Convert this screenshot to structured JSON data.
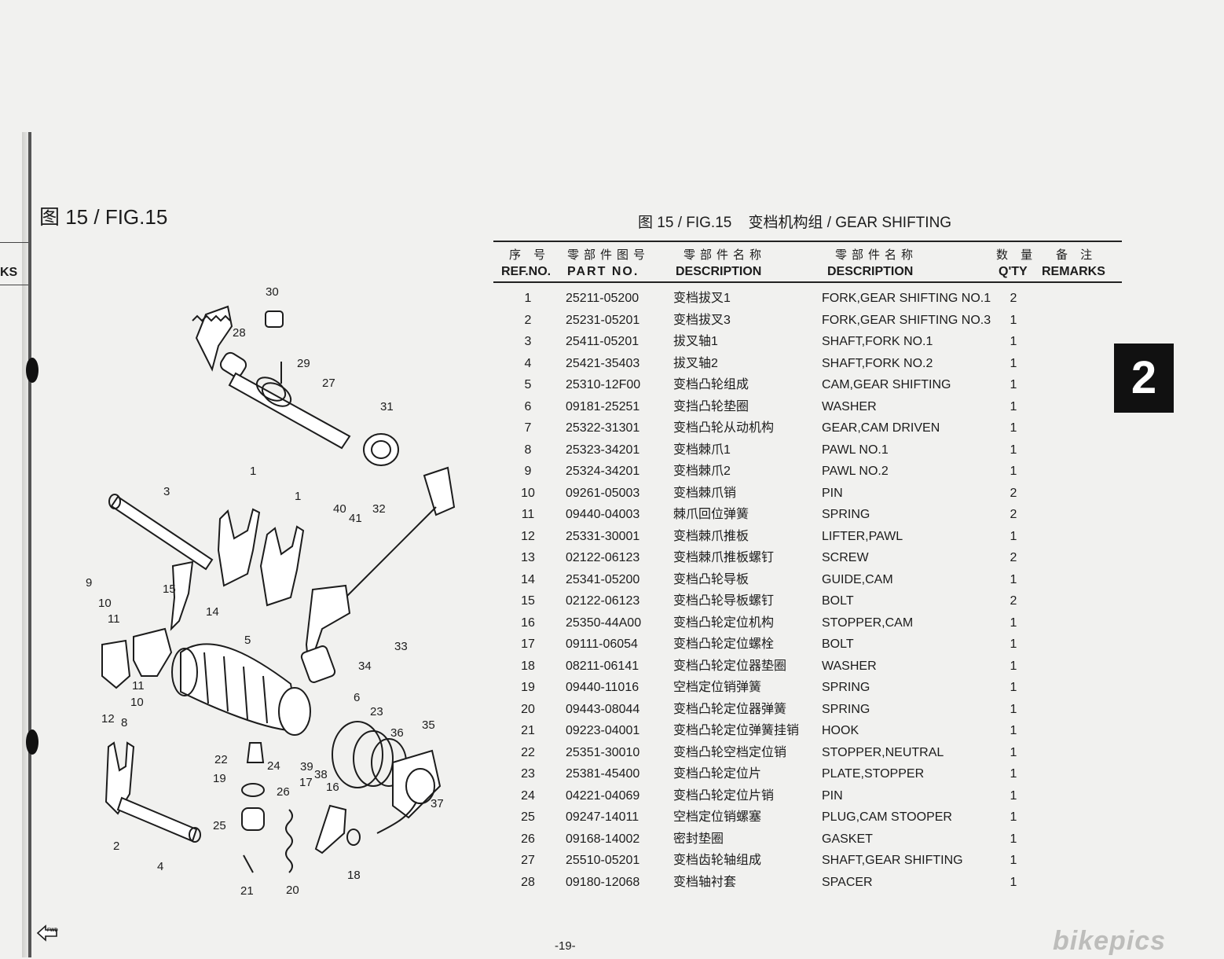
{
  "figure_label": "图 15 / FIG.15",
  "table_title": "图 15 / FIG.15    变档机构组 / GEAR SHIFTING",
  "left_strip_text": "KS",
  "side_tab": "2",
  "page_number": "-19-",
  "watermark": "bikepics",
  "fwd_icon_label": "FWD",
  "headers": {
    "ref_cn": "序 号",
    "ref_en": "REF.NO.",
    "part_cn": "零部件图号",
    "part_en": "PART NO.",
    "desc_cn_cn": "零部件名称",
    "desc_cn_en": "DESCRIPTION",
    "desc_en_cn": "零部件名称",
    "desc_en_en": "DESCRIPTION",
    "qty_cn": "数 量",
    "qty_en": "Q'TY",
    "remarks_cn": "备 注",
    "remarks_en": "REMARKS"
  },
  "parts": [
    {
      "ref": "1",
      "part": "25211-05200",
      "cn": "变档拔叉1",
      "en": "FORK,GEAR SHIFTING NO.1",
      "qty": "2"
    },
    {
      "ref": "2",
      "part": "25231-05201",
      "cn": "变档拔叉3",
      "en": "FORK,GEAR SHIFTING NO.3",
      "qty": "1"
    },
    {
      "ref": "3",
      "part": "25411-05201",
      "cn": "拔叉轴1",
      "en": "SHAFT,FORK NO.1",
      "qty": "1"
    },
    {
      "ref": "4",
      "part": "25421-35403",
      "cn": "拔叉轴2",
      "en": "SHAFT,FORK NO.2",
      "qty": "1"
    },
    {
      "ref": "5",
      "part": "25310-12F00",
      "cn": "变档凸轮组成",
      "en": "CAM,GEAR SHIFTING",
      "qty": "1"
    },
    {
      "ref": "6",
      "part": "09181-25251",
      "cn": "变挡凸轮垫圈",
      "en": "WASHER",
      "qty": "1"
    },
    {
      "ref": "7",
      "part": "25322-31301",
      "cn": "变档凸轮从动机构",
      "en": "GEAR,CAM DRIVEN",
      "qty": "1"
    },
    {
      "ref": "8",
      "part": "25323-34201",
      "cn": "变档棘爪1",
      "en": "PAWL NO.1",
      "qty": "1"
    },
    {
      "ref": "9",
      "part": "25324-34201",
      "cn": "变档棘爪2",
      "en": "PAWL NO.2",
      "qty": "1"
    },
    {
      "ref": "10",
      "part": "09261-05003",
      "cn": "变档棘爪销",
      "en": "PIN",
      "qty": "2"
    },
    {
      "ref": "11",
      "part": "09440-04003",
      "cn": "棘爪回位弹簧",
      "en": "SPRING",
      "qty": "2"
    },
    {
      "ref": "12",
      "part": "25331-30001",
      "cn": "变档棘爪推板",
      "en": "LIFTER,PAWL",
      "qty": "1"
    },
    {
      "ref": "13",
      "part": "02122-06123",
      "cn": "变档棘爪推板螺钉",
      "en": "SCREW",
      "qty": "2"
    },
    {
      "ref": "14",
      "part": "25341-05200",
      "cn": "变档凸轮导板",
      "en": "GUIDE,CAM",
      "qty": "1"
    },
    {
      "ref": "15",
      "part": "02122-06123",
      "cn": "变档凸轮导板螺钉",
      "en": "BOLT",
      "qty": "2"
    },
    {
      "ref": "16",
      "part": "25350-44A00",
      "cn": "变档凸轮定位机构",
      "en": "STOPPER,CAM",
      "qty": "1"
    },
    {
      "ref": "17",
      "part": "09111-06054",
      "cn": "变档凸轮定位螺栓",
      "en": "BOLT",
      "qty": "1"
    },
    {
      "ref": "18",
      "part": "08211-06141",
      "cn": "变档凸轮定位器垫圈",
      "en": "WASHER",
      "qty": "1"
    },
    {
      "ref": "19",
      "part": "09440-11016",
      "cn": "空档定位销弹簧",
      "en": "SPRING",
      "qty": "1"
    },
    {
      "ref": "20",
      "part": "09443-08044",
      "cn": "变档凸轮定位器弹簧",
      "en": "SPRING",
      "qty": "1"
    },
    {
      "ref": "21",
      "part": "09223-04001",
      "cn": "变档凸轮定位弹簧挂销",
      "en": "HOOK",
      "qty": "1"
    },
    {
      "ref": "22",
      "part": "25351-30010",
      "cn": "变档凸轮空档定位销",
      "en": "STOPPER,NEUTRAL",
      "qty": "1"
    },
    {
      "ref": "23",
      "part": "25381-45400",
      "cn": "变档凸轮定位片",
      "en": "PLATE,STOPPER",
      "qty": "1"
    },
    {
      "ref": "24",
      "part": "04221-04069",
      "cn": "变档凸轮定位片销",
      "en": "PIN",
      "qty": "1"
    },
    {
      "ref": "25",
      "part": "09247-14011",
      "cn": "空档定位销螺塞",
      "en": "PLUG,CAM STOOPER",
      "qty": "1"
    },
    {
      "ref": "26",
      "part": "09168-14002",
      "cn": "密封垫圈",
      "en": "GASKET",
      "qty": "1"
    },
    {
      "ref": "27",
      "part": "25510-05201",
      "cn": "变档齿轮轴组成",
      "en": "SHAFT,GEAR SHIFTING",
      "qty": "1"
    },
    {
      "ref": "28",
      "part": "09180-12068",
      "cn": "变档轴衬套",
      "en": "SPACER",
      "qty": "1"
    }
  ],
  "callouts": [
    "30",
    "28",
    "29",
    "27",
    "31",
    "3",
    "1",
    "1",
    "40",
    "41",
    "32",
    "9",
    "15",
    "10",
    "11",
    "14",
    "5",
    "33",
    "34",
    "11",
    "10",
    "12",
    "8",
    "6",
    "23",
    "36",
    "35",
    "22",
    "24",
    "39",
    "38",
    "19",
    "26",
    "17",
    "16",
    "37",
    "25",
    "2",
    "4",
    "18",
    "21",
    "20"
  ]
}
